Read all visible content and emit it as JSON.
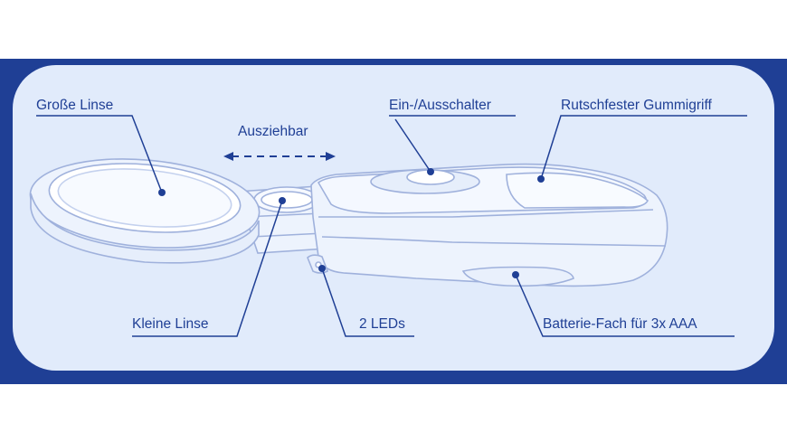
{
  "labels": {
    "large_lens": "Große Linse",
    "extendable": "Ausziehbar",
    "switch": "Ein-/Ausschalter",
    "grip": "Rutschfester Gummigriff",
    "small_lens": "Kleine Linse",
    "leds": "2 LEDs",
    "battery": "Batterie-Fach für 3x AAA"
  },
  "colors": {
    "band": "#1f3f95",
    "panel": "#e1ebfb",
    "line": "#1f3f95",
    "device_fill": "#edf3fd",
    "device_stroke": "#9fb1dc"
  }
}
